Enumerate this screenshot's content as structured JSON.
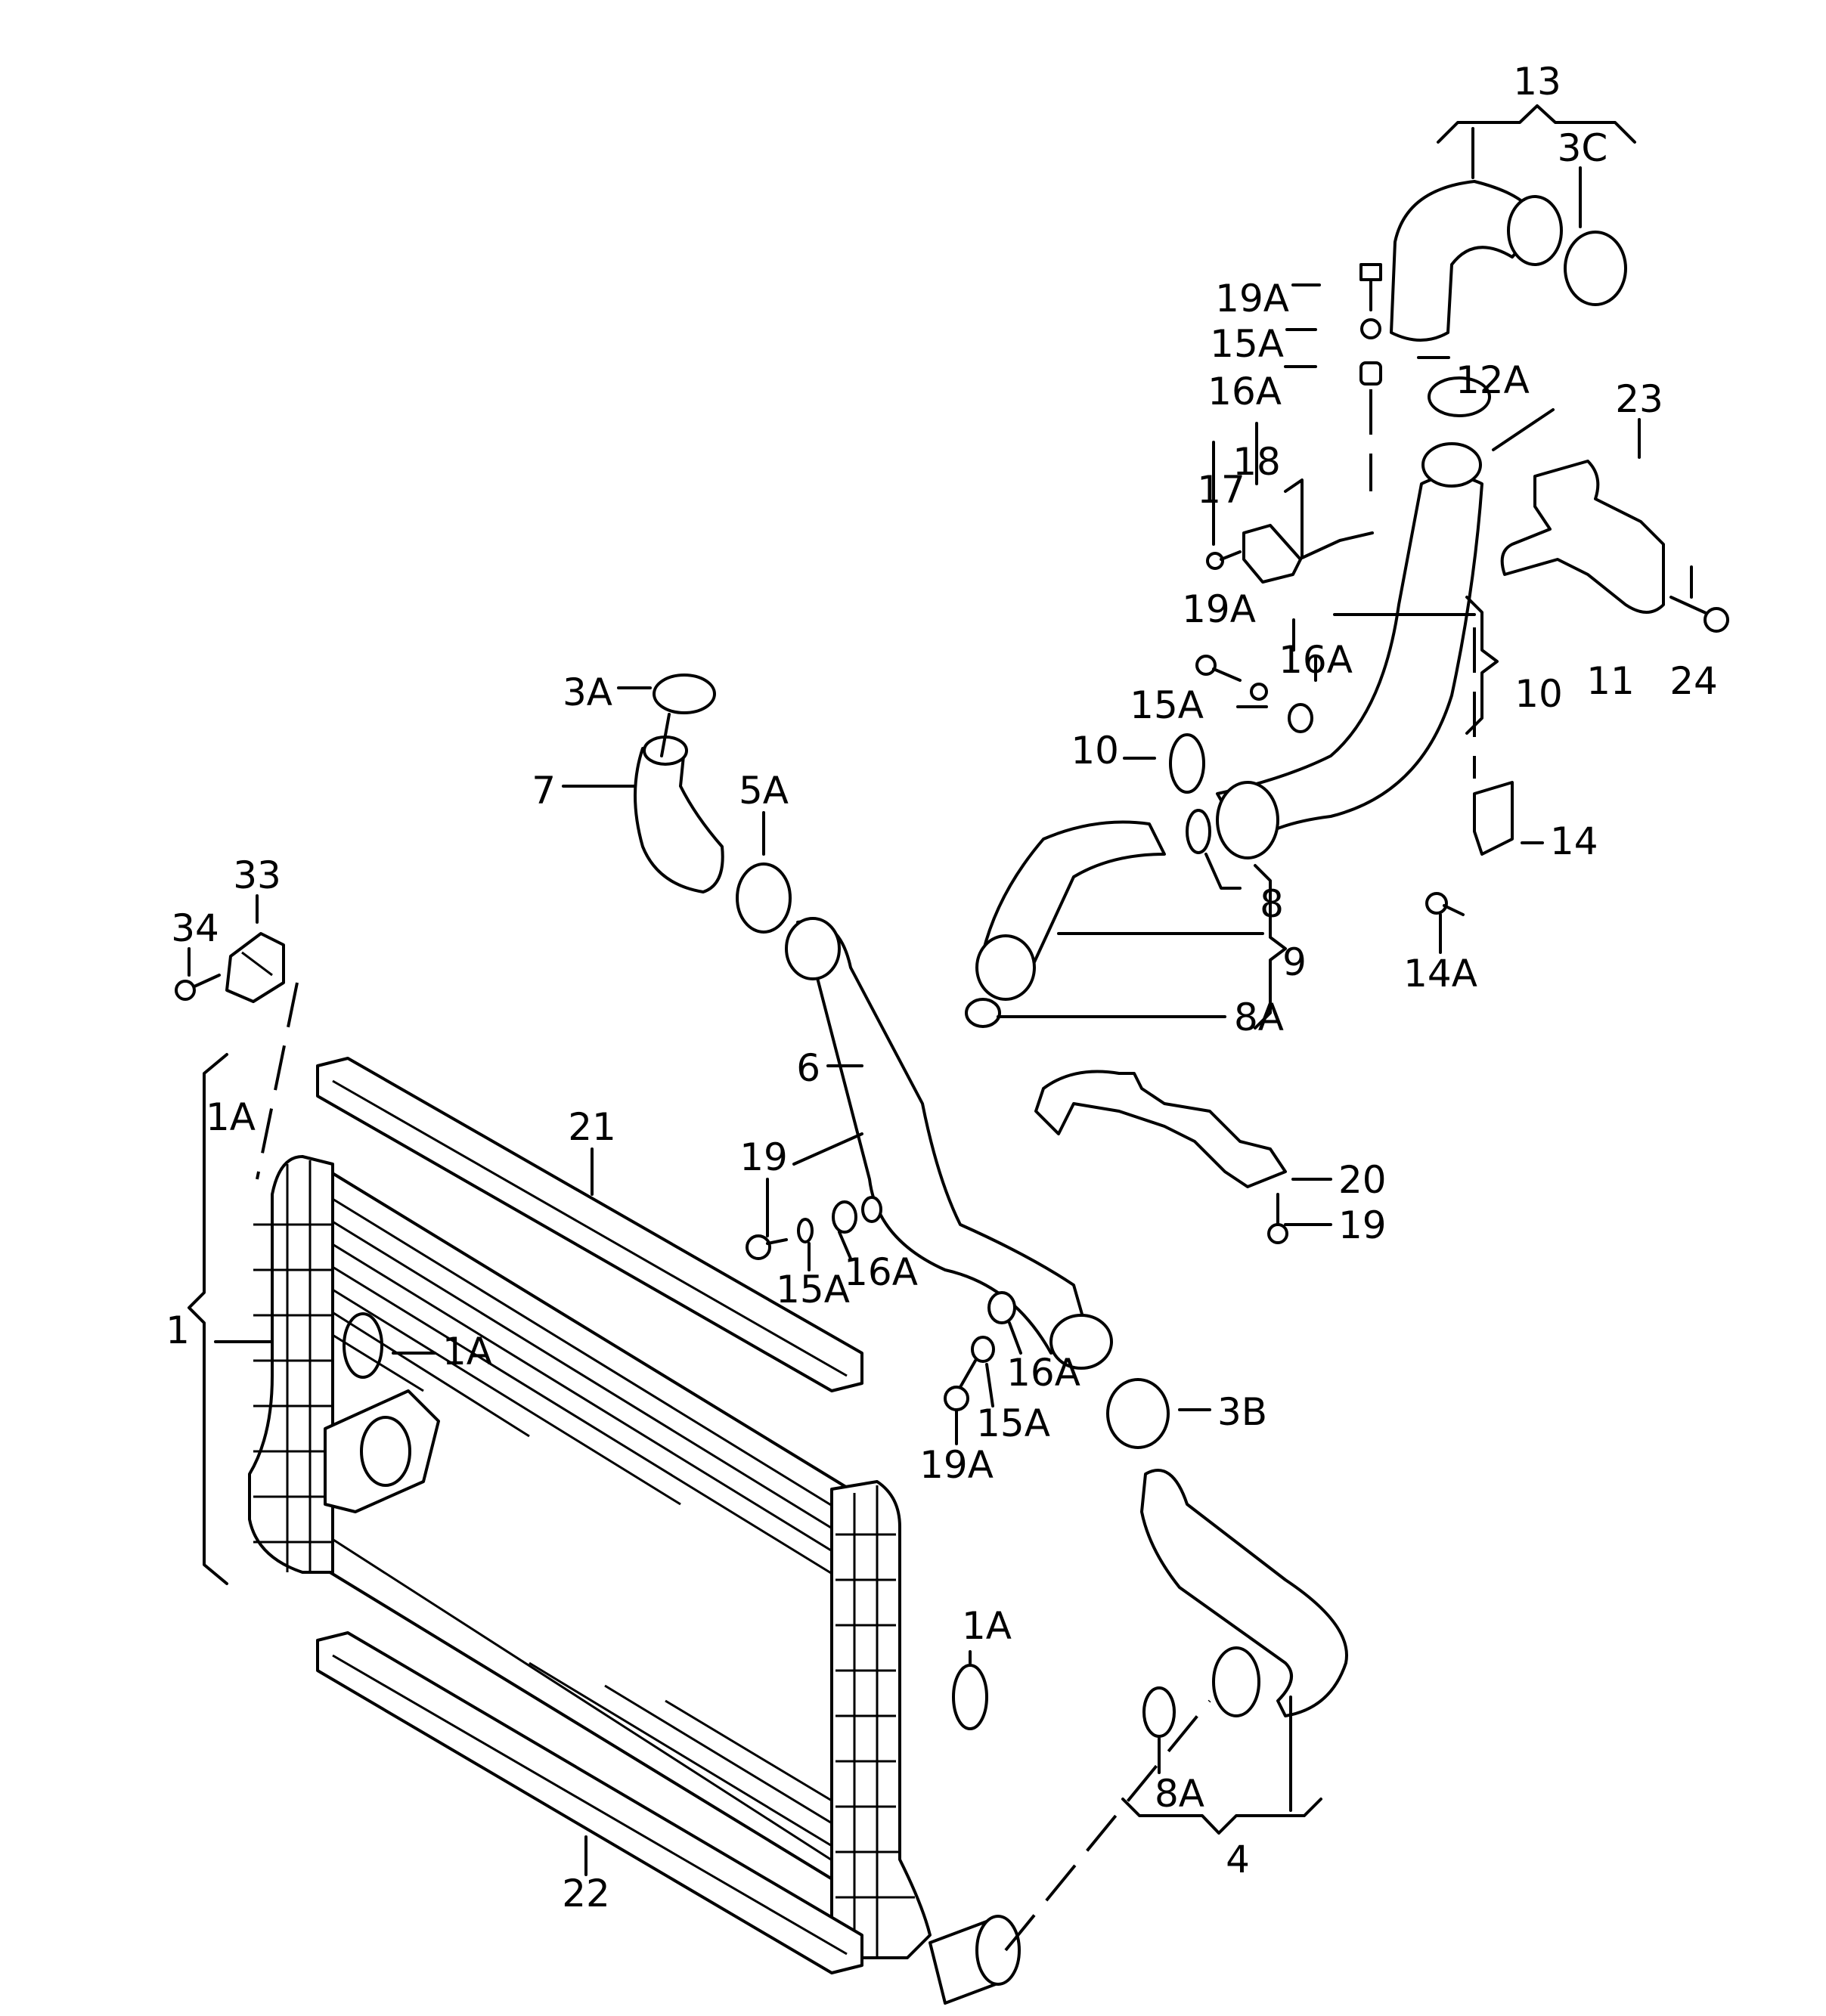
{
  "diagram": {
    "type": "exploded parts diagram",
    "subject": "Charge air cooler (intercooler) and charge air hoses",
    "callouts": {
      "c1": "1",
      "c1A_a": "1A",
      "c1A_b": "1A",
      "c1A_c": "1A",
      "c3A": "3A",
      "c3B": "3B",
      "c3C": "3C",
      "c4": "4",
      "c5A": "5A",
      "c6": "6",
      "c7": "7",
      "c8": "8",
      "c8A_a": "8A",
      "c8A_b": "8A",
      "c9": "9",
      "c10_a": "10",
      "c10_b": "10",
      "c11": "11",
      "c12A": "12A",
      "c13": "13",
      "c14": "14",
      "c14A": "14A",
      "c15A_a": "15A",
      "c15A_b": "15A",
      "c15A_c": "15A",
      "c15A_d": "15A",
      "c16A_a": "16A",
      "c16A_b": "16A",
      "c16A_c": "16A",
      "c16A_d": "16A",
      "c17": "17",
      "c18": "18",
      "c19_a": "19",
      "c19_b": "19",
      "c19A_a": "19A",
      "c19A_b": "19A",
      "c19A_c": "19A",
      "c20": "20",
      "c21": "21",
      "c22": "22",
      "c23": "23",
      "c24": "24",
      "c33": "33",
      "c34": "34"
    }
  }
}
